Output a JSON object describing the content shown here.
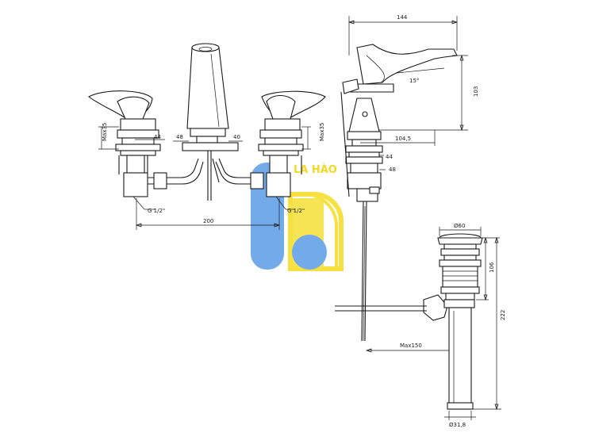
{
  "colors": {
    "line": "#1a1a1a",
    "watermark_blue": "#5b9ce6",
    "watermark_yellow": "#f5dc20",
    "background": "#ffffff"
  },
  "watermark": {
    "text": "LA HÀO"
  },
  "left_view": {
    "dim_max35_left": "Max35",
    "dim_44": "44",
    "dim_48": "48",
    "dim_40": "40",
    "dim_max35_right": "Max35",
    "thread_left": "G 1/2\"",
    "thread_right": "G 1/2\"",
    "dim_200": "200"
  },
  "right_view": {
    "dim_144": "144",
    "dim_15deg": "15°",
    "dim_103": "103",
    "dim_104_5": "104,5",
    "dim_44": "44",
    "dim_48": "48",
    "dim_max150": "Max150"
  },
  "drain_view": {
    "dim_dia60": "Ø60",
    "dim_106": "106",
    "dim_222": "222",
    "dim_dia31_8": "Ø31,8"
  }
}
